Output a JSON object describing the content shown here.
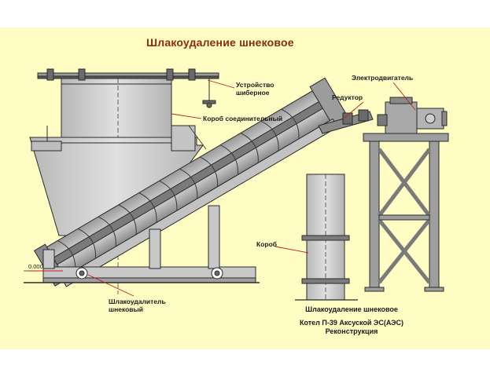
{
  "diagram": {
    "title": "Шлакоудаление шнековое",
    "labels": {
      "gate_device_line1": "Устройство",
      "gate_device_line2": "шиберное",
      "connecting_box": "Короб соединительный",
      "electric_motor": "Электродвигатель",
      "reducer": "Редуктор",
      "box": "Короб",
      "screw_remover_line1": "Шлакоудалитель",
      "screw_remover_line2": "шнековый",
      "level_mark": "0.000"
    },
    "caption": {
      "line1": "Шлакоудаление шнековое",
      "line2": "Котел П-39 Аксуской ЭС(АЭС)",
      "line3": "Реконструкция"
    },
    "colors": {
      "background": "#fffdc4",
      "title": "#8a2a10",
      "leader": "#c22020",
      "metal": "#c9c9c9",
      "outline": "#2a2a2a"
    }
  }
}
